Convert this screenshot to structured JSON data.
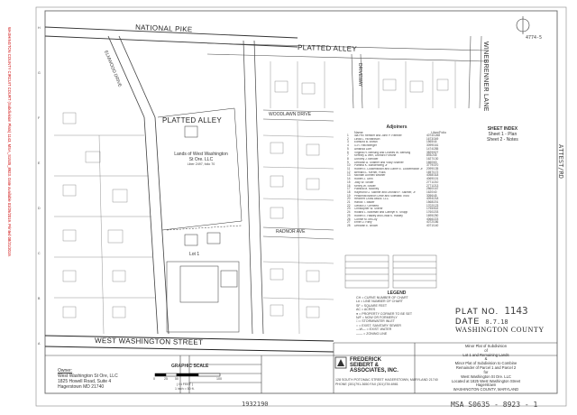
{
  "roads": {
    "national_pike": "NATIONAL PIKE",
    "platted_alley_top": "PLATTED ALLEY",
    "platted_alley_left": "PLATTED ALLEY",
    "woodlawn": "WOODLAWN DRIVE",
    "winebrenner": "WINEBRENNER LANE",
    "west_washington": "WEST WASHINGTON STREET",
    "radnor": "RADNOR AVE",
    "oakdale": "DRIVEWAY",
    "elmwood": "ELMWOOD DRIVE"
  },
  "parcel": {
    "line1": "Lands of West Washington",
    "line2": "St Ore. LLC",
    "line3": "Liber 2497, folio 70",
    "lot": "Lot 1"
  },
  "adjoiners": {
    "title": "Adjoiners",
    "headers": [
      "Name",
      "Liber/Folio"
    ],
    "rows": [
      [
        "1",
        "Ida Pirc Rember and John P. Rember",
        "4074/1268"
      ],
      [
        "2",
        "Linda L. Richardson",
        "1673/349"
      ],
      [
        "3",
        "Edmund B. Brown",
        "1565/44"
      ],
      [
        "4",
        "G.R. Reichberger",
        "3099/161"
      ],
      [
        "5",
        "Amanda Loer",
        "1474/285"
      ],
      [
        "6",
        "Virginia H. Bensing and Charles W. Bensing",
        "3829/527"
      ],
      [
        "7",
        "Kenney & Vern, Dunford Fortune",
        "893/245"
      ],
      [
        "8",
        "Dorothy J. Bendier",
        "1627/130"
      ],
      [
        "9",
        "Deborah A. Shafner and Vicky Shafner",
        "1660/63"
      ],
      [
        "10",
        "Pamela K. Bondenberg Jr",
        "3779/370"
      ],
      [
        "11",
        "Robert E. Lookenswich and Luther E. Lookenswich Jr",
        "2099/135"
      ],
      [
        "12",
        "Bernard L. Kerner, Pollis",
        "1657/172"
      ],
      [
        "13",
        "Michael Donnell Wildner",
        "4058/318"
      ],
      [
        "14",
        "Robert J. Gein",
        "4069/101"
      ],
      [
        "15",
        "Jody W. Snider",
        "2771/210"
      ],
      [
        "16",
        "Kenny W. Snider",
        "2771/213"
      ],
      [
        "17",
        "Patricia M. Mooney",
        "2560/167"
      ],
      [
        "18",
        "Raymond G. Sallmer and Leonard F. Sallmer, Jr",
        "1620/40"
      ],
      [
        "19",
        "Peachnat Branch Drive and Sidewalk Trust",
        "3056/45"
      ],
      [
        "20",
        "Reichert Cross Assoc. LLC",
        "4094/218"
      ],
      [
        "21",
        "Harold T. Bisker",
        "1568/201"
      ],
      [
        "22",
        "Gerald D. Gerheed",
        "1702/123"
      ],
      [
        "23",
        "Christopher W. Sherer",
        "1755/502"
      ],
      [
        "24",
        "Roland L. Bowman and Cathryn K. Shupp",
        "1760/203"
      ],
      [
        "25",
        "Robert E. Hadley and Linda K. Hadley",
        "1695/250"
      ],
      [
        "26",
        "Connie M. McCoy",
        "4066/223"
      ],
      [
        "27",
        "Ernie D. Riley",
        "4072/186"
      ],
      [
        "28",
        "Deborah E. Brown",
        "4071/140"
      ]
    ]
  },
  "sheet_index": {
    "title": "SHEET INDEX",
    "line1": "Sheet 1 - Plan",
    "line2": "Sheet 2 - Notes"
  },
  "legend": {
    "title": "LEGEND",
    "items": [
      "CH = CURVE NUMBER OF CHART",
      "L# = LINE NUMBER OF CHART",
      "SF = SQUARE FEET",
      "AC = ACRES",
      "● = PROPERTY CORNER TO BE SET",
      "N/F = NOW OR FORMERLY",
      "□ = STORMWATER INLET",
      "○ = EXIST. SANITARY SEWER",
      "—W— = EXIST. WATER",
      "—— = ZONING LINE"
    ]
  },
  "plat_stamp": {
    "line1": "PLAT NO.",
    "number": "1143",
    "line2": "DATE",
    "date": "8.7.18",
    "line3": "WASHINGTON COUNTY"
  },
  "owner": {
    "label": "Owner:",
    "name": "West Washington St Ore, LLC",
    "address1": "1825 Howell Road, Suite 4",
    "address2": "Hagerstown MD 21740"
  },
  "graphic_scale": {
    "title": "GRAPHIC SCALE",
    "ticks": [
      "0",
      "25",
      "50",
      "100"
    ],
    "unit": "( IN FEET )",
    "ratio": "1 inch = 50 ft."
  },
  "firm": {
    "name1": "FREDERICK",
    "name2": "SEIBERT &",
    "name3": "ASSOCIATES, INC.",
    "address": "128 SOUTH POTOMAC STREET HAGERSTOWN, MARYLAND 21740",
    "phone": "PHONE (301)791-3650  FAX (301)739-6981"
  },
  "project": {
    "line1": "Minor Plat of Subdivision",
    "line2": "of",
    "line3": "Lot 1 and Remaining Lands",
    "line4": "&",
    "line5": "Minor Plat of Subdivision to Combine",
    "line6": "Remainder of Parcel 1 and Parcel 2",
    "owner_label": "for",
    "owner": "West Washington St Ore. LLC",
    "location": "Located at 1825 West Washington Street",
    "district": "Hagerstown",
    "county": "WASHINGTON COUNTY, MARYLAND"
  },
  "stamps": {
    "top_right": "4774-5",
    "right_vertical": "ATTEST/RD",
    "bottom_left": "1932190",
    "bottom_right": "MSA S0635 - 8923 - 1"
  },
  "left_margin_text": "WASHINGTON COUNTY CIRCUIT COURT (Subdivision Plats) 1143, MSA_S1535_8923. Date available 03/29/2019. Printed 08/21/2019.",
  "grid_letters": [
    "H",
    "G",
    "F",
    "E",
    "D",
    "C",
    "B",
    "A"
  ]
}
